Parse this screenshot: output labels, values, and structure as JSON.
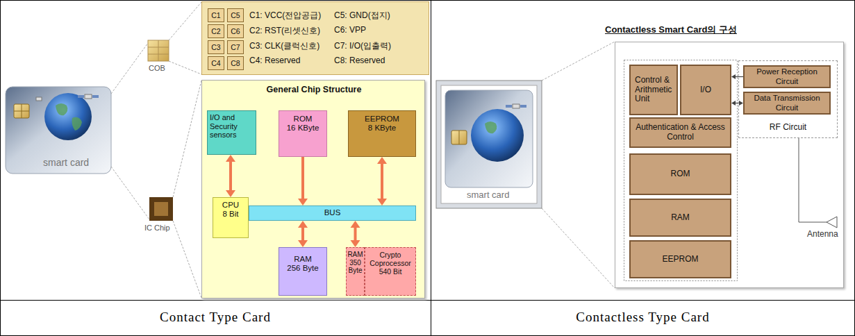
{
  "diagram": {
    "nodes": [
      {
        "text": [
          "C1: VCC(전압공급)",
          "C2: RST(리셋신호)",
          "C3: CLK(클럭신호)",
          "C4: Reserved",
          "C5: GND(접지)",
          "C6: VPP",
          "C7: I/O(입출력)",
          "C8: Reserved"
        ]
      },
      {
        "text": [
          "C1"
        ],
        "in": 0
      },
      {
        "text": [
          "C5"
        ],
        "in": 0
      },
      {
        "text": [
          "C2"
        ],
        "in": 0
      },
      {
        "text": [
          "C6"
        ],
        "in": 0
      },
      {
        "text": [
          "C3"
        ],
        "in": 0
      },
      {
        "text": [
          "C7"
        ],
        "in": 0
      },
      {
        "text": [
          "C4"
        ],
        "in": 0
      },
      {
        "text": [
          "C8"
        ],
        "in": 0
      },
      {
        "text": [
          "General Chip Structure"
        ]
      },
      {
        "text": [
          "I/O and Security sensors"
        ],
        "in": 9
      },
      {
        "text": [
          "ROM",
          "16 KByte"
        ],
        "in": 9
      },
      {
        "text": [
          "EEPROM",
          "8 KByte"
        ],
        "in": 9
      },
      {
        "text": [
          "CPU",
          "8 Bit"
        ],
        "in": 9
      },
      {
        "text": [
          "BUS"
        ],
        "in": 9
      },
      {
        "text": [
          "RAM",
          "256 Byte"
        ],
        "in": 9
      },
      {
        "text": [
          "RAM",
          "350 Byte"
        ],
        "in": 9
      },
      {
        "text": [
          "Crypto Coprocessor",
          "540 Bit"
        ],
        "in": 9
      },
      {
        "text": [
          "Contactless Smart Card의 구성"
        ]
      },
      {
        "text": [
          "Control & Arithmetic Unit"
        ],
        "in": 18
      },
      {
        "text": [
          "I/O"
        ],
        "in": 18
      },
      {
        "text": [
          "RF Circuit"
        ],
        "in": 18
      },
      {
        "text": [
          "Power Reception Circuit"
        ],
        "in": 21
      },
      {
        "text": [
          "Data Transmission Circuit"
        ],
        "in": 21
      },
      {
        "text": [
          "Authentication & Access Control"
        ],
        "in": 18
      },
      {
        "text": [
          "ROM"
        ],
        "in": 18
      },
      {
        "text": [
          "RAM"
        ],
        "in": 18
      },
      {
        "text": [
          "EEPROM"
        ],
        "in": 18
      }
    ],
    "edges": [
      {
        "from": 10,
        "to": 13,
        "arrow": "both"
      },
      {
        "from": 11,
        "to": 14,
        "arrow": "to"
      },
      {
        "from": 12,
        "to": 14,
        "arrow": "both"
      },
      {
        "from": 15,
        "to": 14,
        "arrow": "both"
      },
      {
        "from": 16,
        "to": 14,
        "arrow": "both"
      },
      {
        "from": 22,
        "to": 20,
        "arrow": "to"
      },
      {
        "from": 23,
        "to": 20,
        "arrow": "both"
      }
    ],
    "labels": [
      "COB",
      "smart card",
      "IC Chip",
      "smart card",
      "Antenna",
      "Contact Type Card",
      "Contactless Type Card"
    ]
  }
}
